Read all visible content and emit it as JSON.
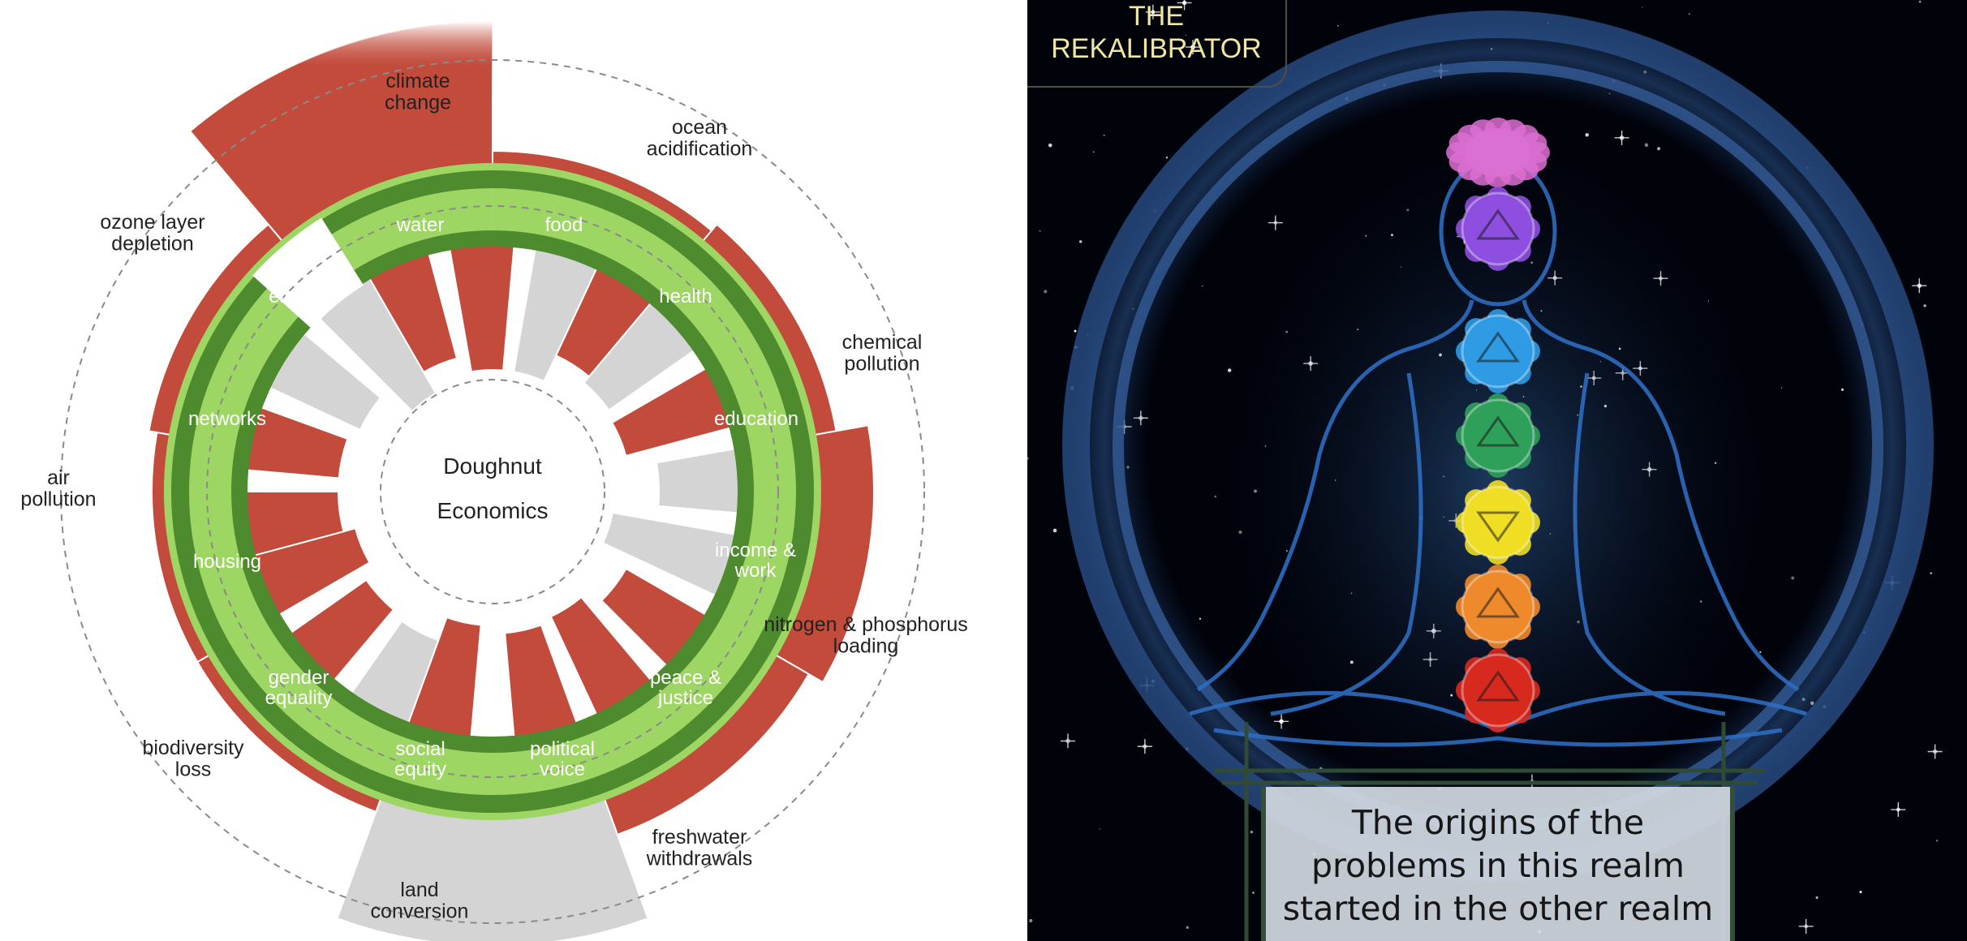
{
  "doughnut": {
    "center_line1": "Doughnut",
    "center_line2": "Economics",
    "outer_labels": [
      {
        "id": "climate",
        "lines": [
          "climate",
          "change"
        ]
      },
      {
        "id": "ocean",
        "lines": [
          "ocean",
          "acidification"
        ]
      },
      {
        "id": "chemical",
        "lines": [
          "chemical",
          "pollution"
        ]
      },
      {
        "id": "nitrogen",
        "lines": [
          "nitrogen & phosphorus",
          "loading"
        ]
      },
      {
        "id": "freshwater",
        "lines": [
          "freshwater",
          "withdrawals"
        ]
      },
      {
        "id": "land",
        "lines": [
          "land",
          "conversion"
        ]
      },
      {
        "id": "biodiversity",
        "lines": [
          "biodiversity",
          "loss"
        ]
      },
      {
        "id": "air",
        "lines": [
          "air",
          "pollution"
        ]
      },
      {
        "id": "ozone",
        "lines": [
          "ozone layer",
          "depletion"
        ]
      }
    ],
    "ring_labels": [
      {
        "id": "water",
        "lines": [
          "water"
        ]
      },
      {
        "id": "food",
        "lines": [
          "food"
        ]
      },
      {
        "id": "health",
        "lines": [
          "health"
        ]
      },
      {
        "id": "education",
        "lines": [
          "education"
        ]
      },
      {
        "id": "income",
        "lines": [
          "income &",
          "work"
        ]
      },
      {
        "id": "peace",
        "lines": [
          "peace &",
          "justice"
        ]
      },
      {
        "id": "political",
        "lines": [
          "political",
          "voice"
        ]
      },
      {
        "id": "social",
        "lines": [
          "social",
          "equity"
        ]
      },
      {
        "id": "gender",
        "lines": [
          "gender",
          "equality"
        ]
      },
      {
        "id": "housing",
        "lines": [
          "housing"
        ]
      },
      {
        "id": "networks",
        "lines": [
          "networks"
        ]
      },
      {
        "id": "energy",
        "lines": [
          "energy"
        ]
      }
    ],
    "colors": {
      "overshoot": "#c24b3c",
      "shortfall": "#c24b3c",
      "safe_space": "#9ed664",
      "boundary": "#4e8a2e",
      "no_data": "#d4d4d4"
    }
  },
  "poster": {
    "brand_line1": "THE",
    "brand_line2": "REKALIBRATOR",
    "caption": [
      "The origins of the",
      "problems in this realm",
      "started in the other realm"
    ],
    "chakra_colors": [
      "#dc6fd2",
      "#8e4fe0",
      "#2e9be4",
      "#2fa05a",
      "#f0de25",
      "#ee8a2b",
      "#d8291f"
    ]
  }
}
